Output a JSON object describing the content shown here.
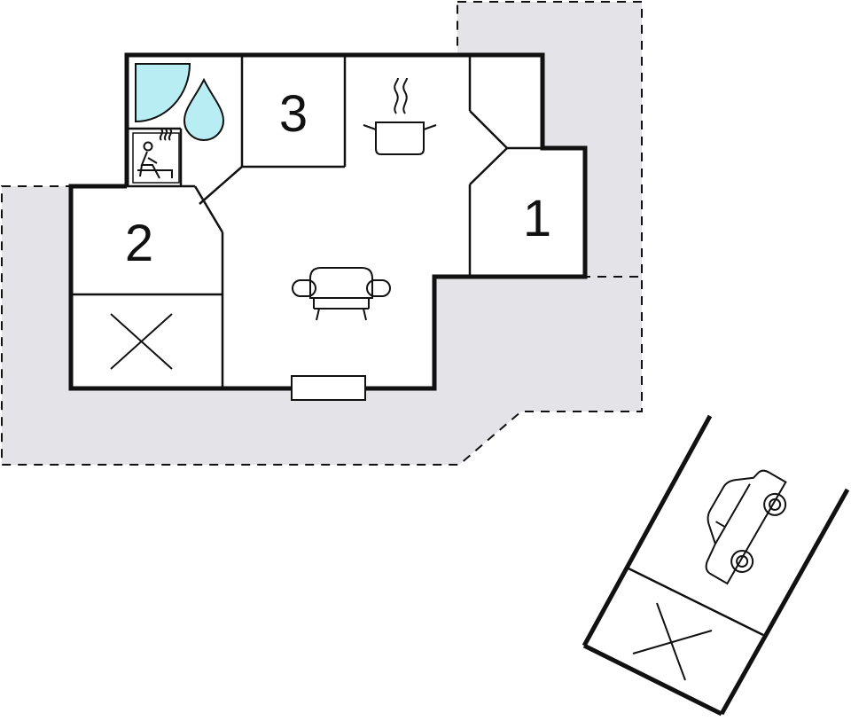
{
  "floorplan": {
    "rooms": [
      {
        "label": "1"
      },
      {
        "label": "2"
      },
      {
        "label": "3"
      }
    ],
    "icons": [
      "shower-icon",
      "water-drop-icon",
      "sauna-icon",
      "cooking-pot-icon",
      "sofa-icon",
      "car-icon",
      "cross-icon"
    ],
    "colors": {
      "terrace": "#e3e3e8",
      "wall": "#111111",
      "water": "#b8eef3"
    }
  }
}
